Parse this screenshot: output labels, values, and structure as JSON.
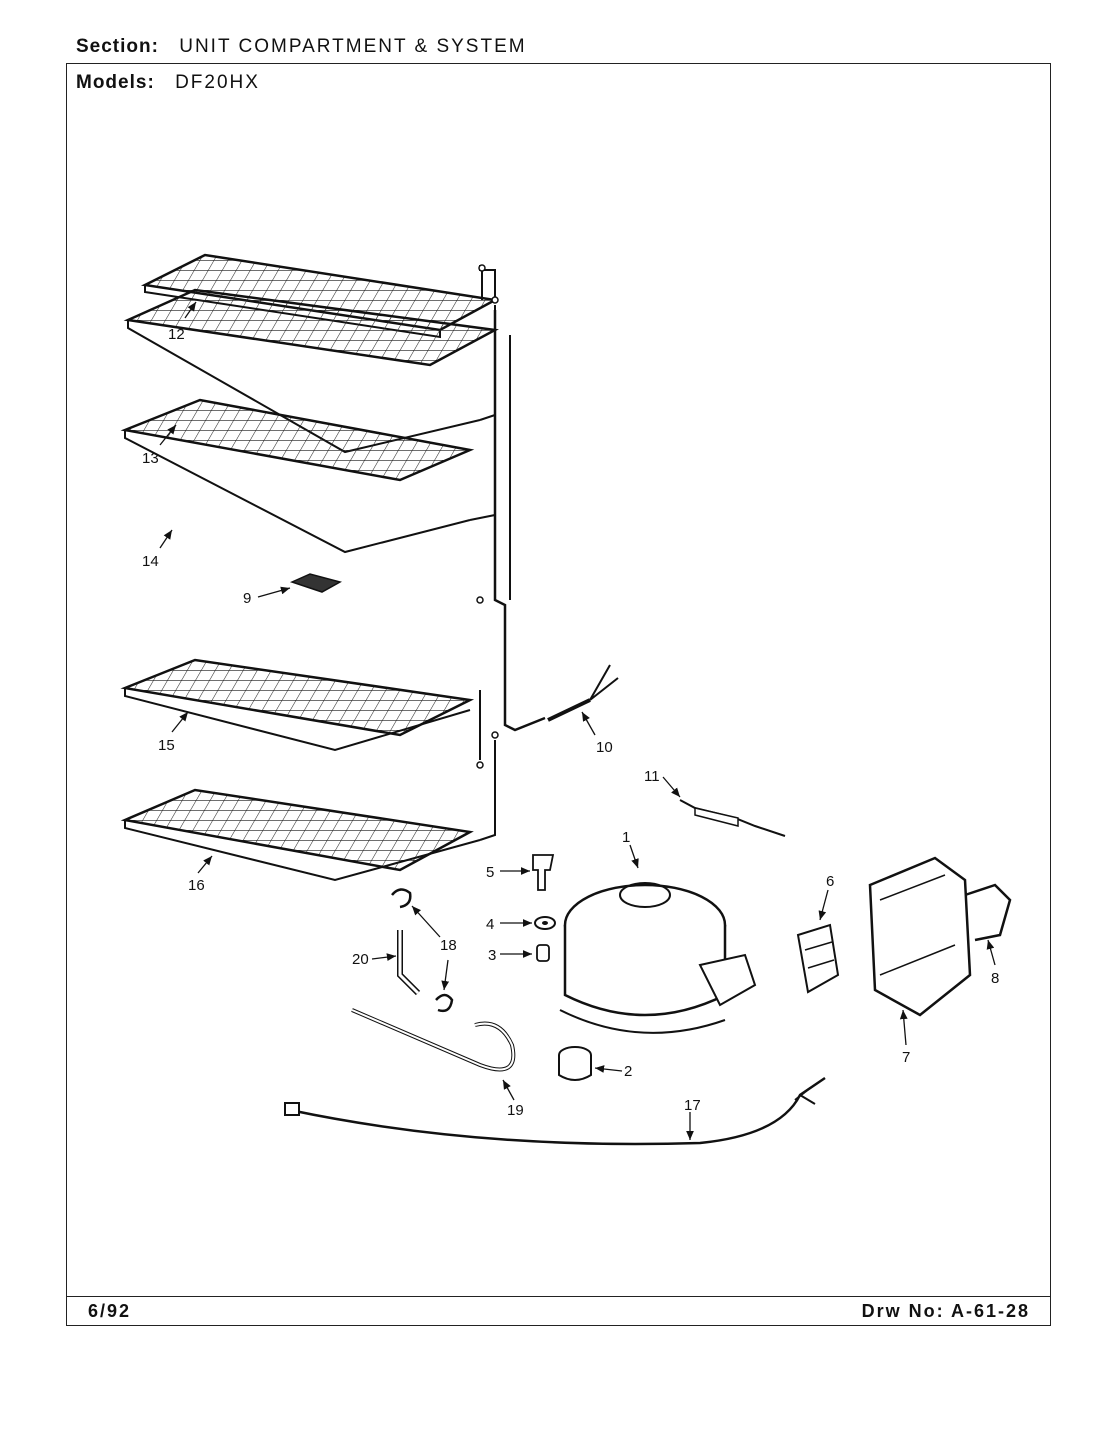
{
  "header": {
    "section_label": "Section:",
    "section_value": "UNIT COMPARTMENT & SYSTEM",
    "models_label": "Models:",
    "models_value": "DF20HX"
  },
  "footer": {
    "date": "6/92",
    "drawing_number": "Drw No: A-61-28"
  },
  "parts": {
    "p1": "1",
    "p2": "2",
    "p3": "3",
    "p4": "4",
    "p5": "5",
    "p6": "6",
    "p7": "7",
    "p8": "8",
    "p9": "9",
    "p10": "10",
    "p11": "11",
    "p12": "12",
    "p13": "13",
    "p14": "14",
    "p15": "15",
    "p16": "16",
    "p17": "17",
    "p18": "18",
    "p19": "19",
    "p20": "20"
  }
}
